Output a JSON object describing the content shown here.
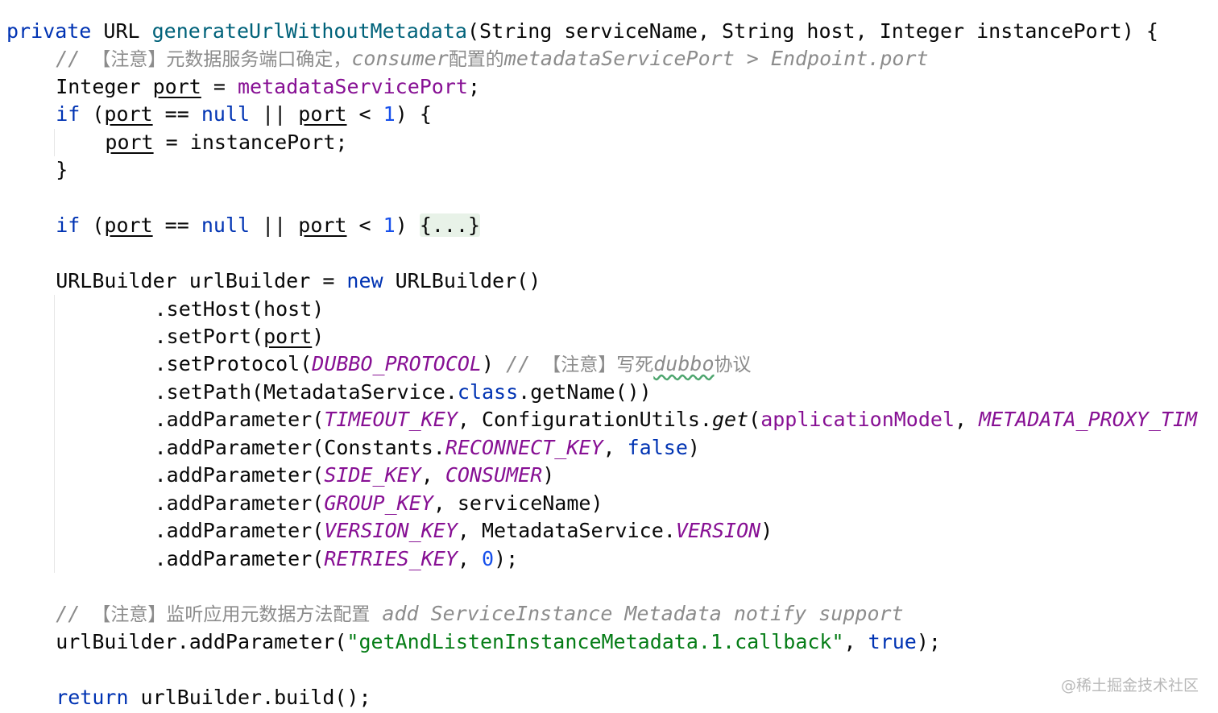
{
  "code": {
    "lines": [
      {
        "id": "signature",
        "indent": 0,
        "tokens": [
          {
            "t": "private",
            "k": "kw"
          },
          {
            "t": " URL "
          },
          {
            "t": "generateUrlWithoutMetadata",
            "k": "fn"
          },
          {
            "t": "(String serviceName, String host, Integer instancePort) {"
          }
        ]
      },
      {
        "id": "comment-port",
        "indent": 1,
        "tokens": [
          {
            "t": "// ",
            "k": "comment"
          },
          {
            "t": "【注意】元数据服务端口确定，",
            "k": "comment",
            "cjk": true
          },
          {
            "t": "consumer",
            "k": "comment"
          },
          {
            "t": "配置的",
            "k": "comment",
            "cjk": true
          },
          {
            "t": "metadataServicePort > Endpoint.port",
            "k": "comment"
          }
        ]
      },
      {
        "id": "port-decl",
        "indent": 1,
        "tokens": [
          {
            "t": "Integer "
          },
          {
            "t": "port",
            "u": true
          },
          {
            "t": " = "
          },
          {
            "t": "metadataServicePort",
            "k": "field"
          },
          {
            "t": ";"
          }
        ]
      },
      {
        "id": "if-1",
        "indent": 1,
        "tokens": [
          {
            "t": "if",
            "k": "kw"
          },
          {
            "t": " ("
          },
          {
            "t": "port",
            "u": true
          },
          {
            "t": " == "
          },
          {
            "t": "null",
            "k": "kw"
          },
          {
            "t": " || "
          },
          {
            "t": "port",
            "u": true
          },
          {
            "t": " < "
          },
          {
            "t": "1",
            "k": "num"
          },
          {
            "t": ") {"
          }
        ]
      },
      {
        "id": "port-assign",
        "indent": 2,
        "tokens": [
          {
            "t": "port",
            "u": true
          },
          {
            "t": " = instancePort;"
          }
        ]
      },
      {
        "id": "close-if-1",
        "indent": 1,
        "tokens": [
          {
            "t": "}"
          }
        ]
      },
      {
        "id": "blank-1",
        "indent": 0,
        "tokens": []
      },
      {
        "id": "if-2-folded",
        "indent": 1,
        "tokens": [
          {
            "t": "if",
            "k": "kw"
          },
          {
            "t": " ("
          },
          {
            "t": "port",
            "u": true
          },
          {
            "t": " == "
          },
          {
            "t": "null",
            "k": "kw"
          },
          {
            "t": " || "
          },
          {
            "t": "port",
            "u": true
          },
          {
            "t": " < "
          },
          {
            "t": "1",
            "k": "num"
          },
          {
            "t": ") "
          },
          {
            "t": "{...}",
            "k": "fold"
          }
        ]
      },
      {
        "id": "blank-2",
        "indent": 0,
        "tokens": []
      },
      {
        "id": "builder-decl",
        "indent": 1,
        "tokens": [
          {
            "t": "URLBuilder urlBuilder = "
          },
          {
            "t": "new",
            "k": "kw"
          },
          {
            "t": " URLBuilder()"
          }
        ]
      },
      {
        "id": "set-host",
        "indent": 3,
        "tokens": [
          {
            "t": ".setHost(host)"
          }
        ]
      },
      {
        "id": "set-port",
        "indent": 3,
        "tokens": [
          {
            "t": ".setPort("
          },
          {
            "t": "port",
            "u": true
          },
          {
            "t": ")"
          }
        ]
      },
      {
        "id": "set-protocol",
        "indent": 3,
        "tokens": [
          {
            "t": ".setProtocol("
          },
          {
            "t": "DUBBO_PROTOCOL",
            "k": "const"
          },
          {
            "t": ") "
          },
          {
            "t": "// ",
            "k": "comment"
          },
          {
            "t": "【注意】写死",
            "k": "comment",
            "cjk": true
          },
          {
            "t": "dubbo",
            "k": "comment",
            "typo": true
          },
          {
            "t": "协议",
            "k": "comment",
            "cjk": true
          }
        ]
      },
      {
        "id": "set-path",
        "indent": 3,
        "tokens": [
          {
            "t": ".setPath(MetadataService."
          },
          {
            "t": "class",
            "k": "kw"
          },
          {
            "t": ".getName())"
          }
        ]
      },
      {
        "id": "param-timeout",
        "indent": 3,
        "tokens": [
          {
            "t": ".addParameter("
          },
          {
            "t": "TIMEOUT_KEY",
            "k": "const"
          },
          {
            "t": ", ConfigurationUtils."
          },
          {
            "t": "get",
            "k": "italic"
          },
          {
            "t": "("
          },
          {
            "t": "applicationModel",
            "k": "field"
          },
          {
            "t": ", "
          },
          {
            "t": "METADATA_PROXY_TIM",
            "k": "const"
          }
        ]
      },
      {
        "id": "param-reconnect",
        "indent": 3,
        "tokens": [
          {
            "t": ".addParameter(Constants."
          },
          {
            "t": "RECONNECT_KEY",
            "k": "const"
          },
          {
            "t": ", "
          },
          {
            "t": "false",
            "k": "kw"
          },
          {
            "t": ")"
          }
        ]
      },
      {
        "id": "param-side",
        "indent": 3,
        "tokens": [
          {
            "t": ".addParameter("
          },
          {
            "t": "SIDE_KEY",
            "k": "const"
          },
          {
            "t": ", "
          },
          {
            "t": "CONSUMER",
            "k": "const"
          },
          {
            "t": ")"
          }
        ]
      },
      {
        "id": "param-group",
        "indent": 3,
        "tokens": [
          {
            "t": ".addParameter("
          },
          {
            "t": "GROUP_KEY",
            "k": "const"
          },
          {
            "t": ", serviceName)"
          }
        ]
      },
      {
        "id": "param-version",
        "indent": 3,
        "tokens": [
          {
            "t": ".addParameter("
          },
          {
            "t": "VERSION_KEY",
            "k": "const"
          },
          {
            "t": ", MetadataService."
          },
          {
            "t": "VERSION",
            "k": "const"
          },
          {
            "t": ")"
          }
        ]
      },
      {
        "id": "param-retries",
        "indent": 3,
        "tokens": [
          {
            "t": ".addParameter("
          },
          {
            "t": "RETRIES_KEY",
            "k": "const"
          },
          {
            "t": ", "
          },
          {
            "t": "0",
            "k": "num"
          },
          {
            "t": ");"
          }
        ]
      },
      {
        "id": "blank-3",
        "indent": 0,
        "tokens": []
      },
      {
        "id": "comment-listen",
        "indent": 1,
        "tokens": [
          {
            "t": "// ",
            "k": "comment"
          },
          {
            "t": "【注意】监听应用元数据方法配置",
            "k": "comment",
            "cjk": true
          },
          {
            "t": " add ServiceInstance Metadata notify support",
            "k": "comment"
          }
        ]
      },
      {
        "id": "callback-param",
        "indent": 1,
        "tokens": [
          {
            "t": "urlBuilder.addParameter("
          },
          {
            "t": "\"getAndListenInstanceMetadata.1.callback\"",
            "k": "str"
          },
          {
            "t": ", "
          },
          {
            "t": "true",
            "k": "kw"
          },
          {
            "t": ");"
          }
        ]
      },
      {
        "id": "blank-4",
        "indent": 0,
        "tokens": []
      },
      {
        "id": "return",
        "indent": 1,
        "tokens": [
          {
            "t": "return",
            "k": "kw"
          },
          {
            "t": " urlBuilder.build();"
          }
        ]
      }
    ]
  },
  "watermark": {
    "text": "@稀土掘金技术社区"
  },
  "colors": {
    "keyword": "#0033b3",
    "method_declaration": "#00627a",
    "field": "#871094",
    "number": "#1750eb",
    "string": "#067d17",
    "comment": "#8c8c8c",
    "folded_region_bg": "#e8f2e8"
  }
}
